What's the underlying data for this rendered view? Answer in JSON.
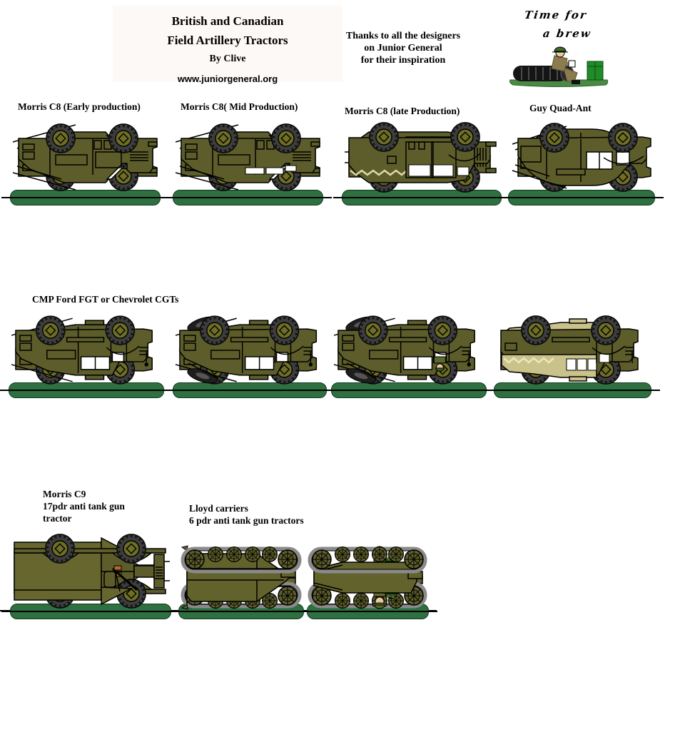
{
  "header": {
    "title_box": {
      "title_line1": "British and Canadian",
      "title_line2": "Field Artillery Tractors",
      "byline": "By Clive",
      "website": "www.juniorgeneral.org"
    },
    "thanks": {
      "line1": "Thanks to all the designers",
      "line2": "on Junior General",
      "line3": "for their inspiration"
    },
    "brew": {
      "line1": "Time for",
      "line2": "a brew"
    }
  },
  "rows": {
    "row1": {
      "labels": [
        "Morris C8 (Early production)",
        "Morris C8( Mid Production)",
        "Morris C8 (late Production)",
        "Guy Quad-Ant"
      ]
    },
    "row2": {
      "label": "CMP Ford FGT or Chevrolet CGTs"
    },
    "row3": {
      "c9_label": [
        "Morris C9",
        "17pdr anti tank gun",
        "tractor"
      ],
      "lloyd_label": [
        "Lloyd carriers",
        "6 pdr anti tank gun tractors"
      ]
    }
  },
  "colors": {
    "olive_body": "#5d5d2b",
    "olive_box": "#66662e",
    "canvas_tan": "#c9c28b",
    "zigzag_cream": "#ded8a8",
    "fold_base_green": "#2e7040",
    "crate_green": "#1f8c28",
    "tire_black": "#151515",
    "track_grey": "#8a8a8a",
    "skin": "#e9c9a0"
  },
  "icons": {
    "wheel": "wheel-icon",
    "track_wheel": "track-wheel-icon",
    "soldier": "soldier-icon",
    "tire": "tire-icon",
    "crate": "crate-icon"
  }
}
